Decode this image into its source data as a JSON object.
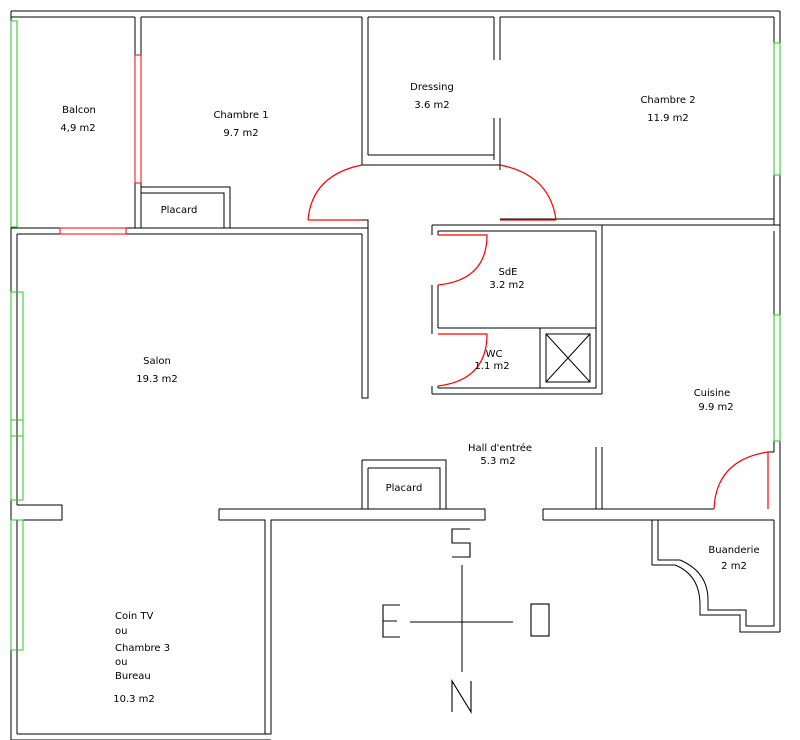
{
  "rooms": {
    "balcon": {
      "name": "Balcon",
      "area": "4,9 m2"
    },
    "chambre1": {
      "name": "Chambre 1",
      "area": "9.7 m2"
    },
    "dressing": {
      "name": "Dressing",
      "area": "3.6 m2"
    },
    "chambre2": {
      "name": "Chambre 2",
      "area": "11.9 m2"
    },
    "placard1": {
      "name": "Placard"
    },
    "sde": {
      "name": "SdE",
      "area": "3.2 m2"
    },
    "wc": {
      "name": "WC",
      "area": "1.1 m2"
    },
    "salon": {
      "name": "Salon",
      "area": "19.3 m2"
    },
    "cuisine": {
      "name": "Cuisine",
      "area": "9.9 m2"
    },
    "hall": {
      "name": "Hall d'entrée",
      "area": "5.3 m2"
    },
    "placard2": {
      "name": "Placard"
    },
    "buanderie": {
      "name": "Buanderie",
      "area": "2 m2"
    },
    "coin_tv": {
      "lines": [
        "Coin TV",
        "ou",
        "Chambre 3",
        "ou",
        "Bureau"
      ],
      "area": "10.3 m2"
    }
  },
  "compass": {
    "north": "N",
    "south": "S",
    "east": "E",
    "west": "O"
  },
  "colors": {
    "wall": "#000000",
    "window": "#22cc22",
    "door": "#ff0000",
    "background": "#ffffff"
  }
}
